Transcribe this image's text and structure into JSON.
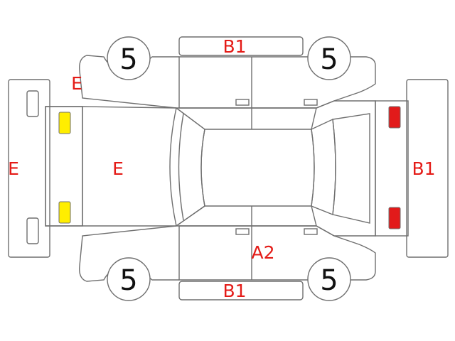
{
  "colors": {
    "outline": "#6f6f6f",
    "damage_code": "#e41b17",
    "front_lamp": "#ffee00",
    "rear_lamp": "#e21a1a"
  },
  "tires": {
    "front_left": "5",
    "rear_left": "5",
    "front_right": "5",
    "rear_right": "5"
  },
  "codes": {
    "top_side_panel": "B1",
    "front_left_fender": "E",
    "front_bumper": "E",
    "hood": "E",
    "rear_bumper": "B1",
    "right_rear_door": "A2",
    "bottom_side_panel": "B1"
  }
}
